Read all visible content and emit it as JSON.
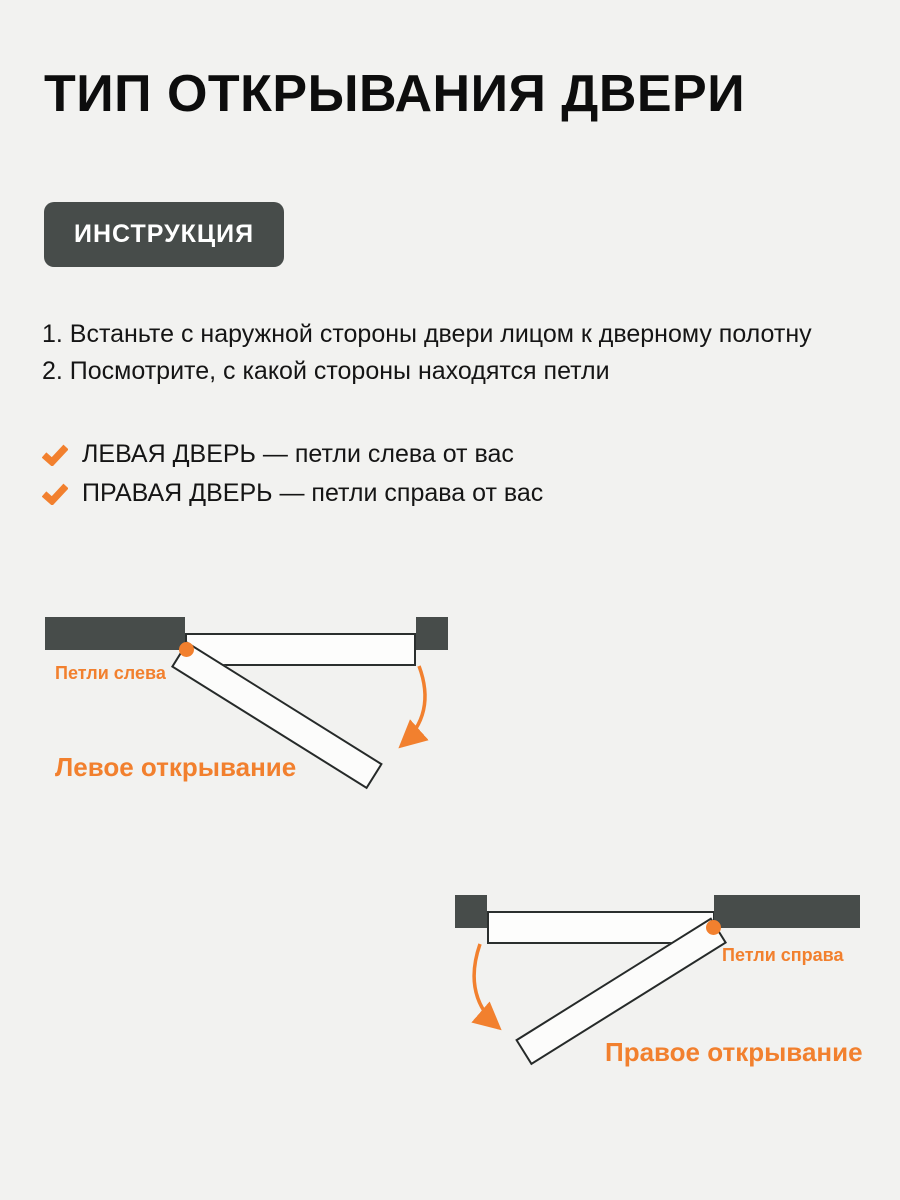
{
  "page": {
    "title": "ТИП ОТКРЫВАНИЯ ДВЕРИ",
    "badge": "ИНСТРУКЦИЯ",
    "steps": [
      "1. Встаньте с наружной стороны двери лицом к дверному полотну",
      "2. Посмотрите, с какой стороны находятся петли"
    ],
    "checks": [
      "ЛЕВАЯ ДВЕРЬ — петли слева от вас",
      "ПРАВАЯ ДВЕРЬ — петли справа от вас"
    ],
    "diagrams": {
      "left": {
        "hinge_label": "Петли слева",
        "caption": "Левое открывание"
      },
      "right": {
        "hinge_label": "Петли справа",
        "caption": "Правое открывание"
      }
    },
    "colors": {
      "accent": "#f2802e",
      "wall": "#474c4a",
      "background": "#f2f2f0",
      "text": "#151515"
    }
  }
}
